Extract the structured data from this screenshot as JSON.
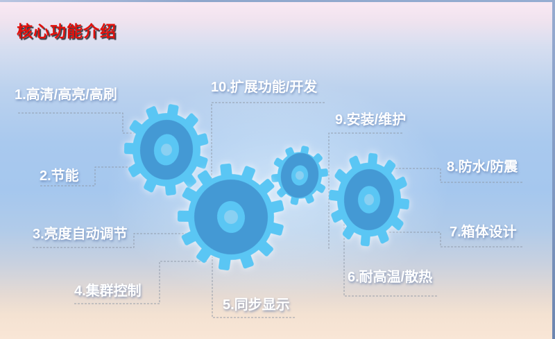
{
  "title": {
    "text": "核心功能介绍"
  },
  "features": [
    {
      "label": "1.高清/高亮/高刷"
    },
    {
      "label": "2.节能"
    },
    {
      "label": "3.亮度自动调节"
    },
    {
      "label": "4.集群控制"
    },
    {
      "label": "5.同步显示"
    },
    {
      "label": "6.耐高温/散热"
    },
    {
      "label": "7.箱体设计"
    },
    {
      "label": "8.防水/防震"
    },
    {
      "label": "9.安装/维护"
    },
    {
      "label": "10.扩展功能/开发"
    }
  ],
  "graphic": {
    "gear_icon": "gear-icon",
    "gear_count": 4
  },
  "colors": {
    "title_red": "#e2100b",
    "title_shadow": "#3a3a44",
    "label_white": "#ffffff",
    "connector_gray": "#8d97a5",
    "gear_light_blue": "#5ac6f4",
    "gear_dark_blue": "#4499d4",
    "gear_center_blue": "#8ad0f2",
    "bg_top_pink": "#fbe9f4",
    "bg_mid_blue": "#a5c7ee",
    "bg_bottom_peach": "#f9e6d6",
    "frame_blue": "#8fa6cc"
  }
}
